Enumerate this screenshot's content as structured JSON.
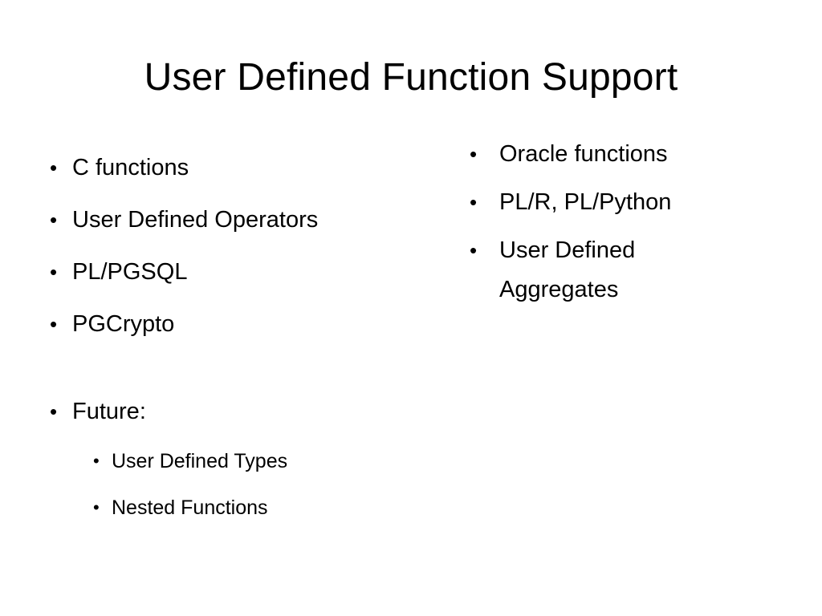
{
  "slide": {
    "title": "User Defined Function Support",
    "bullet_glyph": "•",
    "left_items": [
      "C functions",
      "User Defined Operators",
      "PL/PGSQL",
      "PGCrypto"
    ],
    "future": {
      "label": "Future:",
      "subitems": [
        "User Defined Types",
        "Nested Functions"
      ]
    },
    "right_items": [
      "Oracle functions",
      "PL/R, PL/Python",
      "User Defined Aggregates"
    ]
  }
}
